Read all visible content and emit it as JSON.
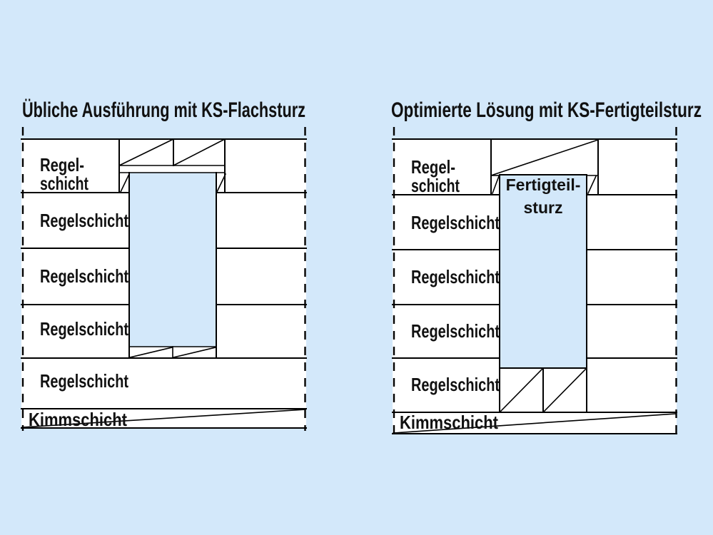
{
  "colors": {
    "bg": "#d3e8fa",
    "panel": "#d3e8fa",
    "white": "#ffffff",
    "line": "#000000",
    "text": "#111111"
  },
  "left": {
    "title": "Übliche Ausführung mit KS-Flachsturz",
    "row1a": "Regel-",
    "row1b": "schicht",
    "row2": "Regelschicht",
    "row3": "Regelschicht",
    "row4": "Regelschicht",
    "row5": "Regelschicht",
    "kimm": "Kimmschicht"
  },
  "right": {
    "title": "Optimierte Lösung mit KS-Fertigteilsturz",
    "row1a": "Regel-",
    "row1b": "schicht",
    "row2": "Regelschicht",
    "row3": "Regelschicht",
    "row4": "Regelschicht",
    "row5": "Regelschicht",
    "kimm": "Kimmschicht",
    "lintel1": "Fertigteil-",
    "lintel2": "sturz"
  }
}
